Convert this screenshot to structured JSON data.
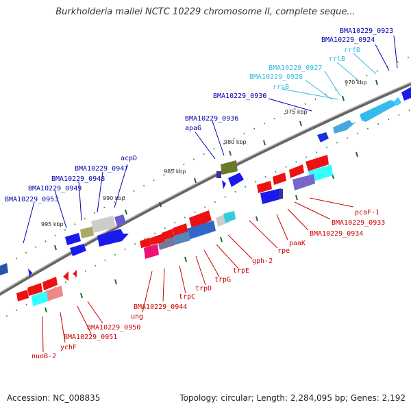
{
  "title": "Burkholderia mallei NCTC 10229 chromosome II, complete seque...",
  "accession": "Accession: NC_008835",
  "summary": "Topology: circular; Length: 2,284,095 bp; Genes: 2,192",
  "colors": {
    "forward_label": "#0000aa",
    "reverse_label": "#cc0000",
    "rna_label": "#33bbdd",
    "backbone": "#777777",
    "tick_major": "#1a6b1a"
  },
  "scale_ticks": [
    "970 kbp",
    "975 kbp",
    "980 kbp",
    "985 kbp",
    "990 kbp",
    "995 kbp"
  ],
  "forward_genes": [
    "BMA10229_0923",
    "BMA10229_0924",
    "BMA10229_0930",
    "BMA10229_0936",
    "apaG",
    "acpD",
    "BMA10229_0947",
    "BMA10229_0948",
    "BMA10229_0949",
    "BMA10229_0953"
  ],
  "rna_genes": [
    "rrfB",
    "rrlB",
    "BMA10229_0927",
    "BMA10229_0928",
    "rrsB"
  ],
  "reverse_genes": [
    "pcaF-1",
    "BMA10229_0933",
    "BMA10229_0934",
    "paaK",
    "rpe",
    "gph-2",
    "trpE",
    "trpG",
    "trpD",
    "trpC",
    "BMA10229_0944",
    "ung",
    "BMA10229_0950",
    "BMA10229_0951",
    "ychF",
    "nuoB-2"
  ]
}
